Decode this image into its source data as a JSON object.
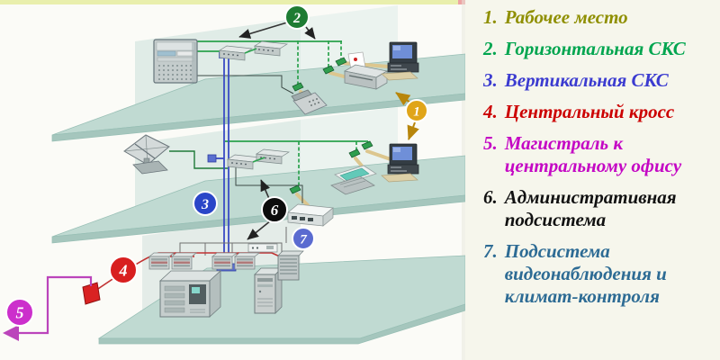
{
  "page": {
    "background": "#fbfbf7",
    "legend_background": "#f6f6ec",
    "top_strip_color": "#e9efad",
    "top_strip_accent": "#eda4a4"
  },
  "legend": {
    "items": [
      {
        "number": "1.",
        "text": "Рабочее место",
        "color": "#8f8f00"
      },
      {
        "number": "2.",
        "text": "Горизонтальная СКС",
        "color": "#00a54f"
      },
      {
        "number": "3.",
        "text": "Вертикальная СКС",
        "color": "#3b3bd0"
      },
      {
        "number": "4.",
        "text": "Центральный кросс",
        "color": "#cc0000"
      },
      {
        "number": "5.",
        "text": "Магистраль к\nцентральному офису",
        "color": "#c406c4"
      },
      {
        "number": "6.",
        "text": "Административная\nподсистема",
        "color": "#111111"
      },
      {
        "number": "7.",
        "text": "Подсистема\nвидеонаблюдения и\nклимат-контроля",
        "color": "#2d6b94"
      }
    ]
  },
  "diagram": {
    "badges": [
      {
        "number": "1",
        "color": "#e0a519"
      },
      {
        "number": "2",
        "color": "#1e7c33"
      },
      {
        "number": "3",
        "color": "#2a46c8"
      },
      {
        "number": "4",
        "color": "#d81f1f"
      },
      {
        "number": "5",
        "color": "#cc2fcc"
      },
      {
        "number": "6",
        "color": "#0c0c0c"
      },
      {
        "number": "7",
        "color": "#5a6bd0"
      }
    ],
    "cable_colors": {
      "horizontal_scs": "#2ba24d",
      "vertical_scs": "#3a4bc4",
      "central_cross": "#c13232",
      "trunk": "#bb44bb",
      "admin": "#707070"
    },
    "floors": [
      {
        "name": "top-floor",
        "devices": [
          "rack-cabinet",
          "switch-stack",
          "wall-outlets",
          "phone",
          "printer",
          "desktop-computer"
        ]
      },
      {
        "name": "middle-floor",
        "devices": [
          "satellite-dish",
          "switch-stack",
          "wall-outlets",
          "laptop",
          "desktop-computer",
          "video-climate-unit"
        ]
      },
      {
        "name": "bottom-floor",
        "devices": [
          "patch-panels",
          "central-cross-box",
          "server",
          "tower-pc",
          "rack-panel",
          "admin-controller"
        ]
      }
    ]
  }
}
